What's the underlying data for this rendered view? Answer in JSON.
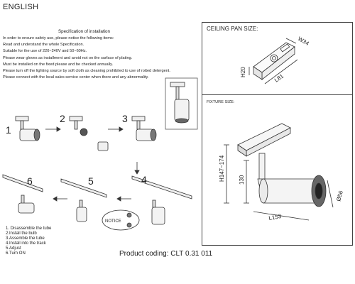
{
  "header": {
    "language": "ENGLISH"
  },
  "spec": {
    "title": "Specification of installation",
    "lines": [
      "In order to ensure safety use, please notice the following items:",
      "Read and understand the whole Specification.",
      "Suitable for the use of 220~240V and 50~60Hz.",
      "Please wear gloves as installment and avoid not on the surface of plating.",
      "Must be installed on the fixed please and be checked annually.",
      "Please turn off the lighting source by soft cloth as cleaning prohibited to use of rotted detergent.",
      "Please connect with the local sales service center when there and any abnormality."
    ]
  },
  "ceiling_pan": {
    "title": "CEILING PAN SIZE:",
    "w": "W34",
    "h": "H20",
    "l": "L81"
  },
  "fixture": {
    "title": "FIXTURE SIZE:",
    "h_range": "H147~174",
    "h_body": "130",
    "l": "L153",
    "d": "Ø56"
  },
  "diagram": {
    "step_numbers": [
      "1",
      "2",
      "3",
      "4",
      "5",
      "6"
    ],
    "notice_label": "NOTICE"
  },
  "steps": [
    "1. Disassemble the tube",
    "2.Install the bulb",
    "3.Assemble the tube",
    "4.Install into the track",
    "5.Adjust",
    "6.Turn ON"
  ],
  "footer": {
    "product_coding": "Product coding: CLT 0.31 011"
  }
}
